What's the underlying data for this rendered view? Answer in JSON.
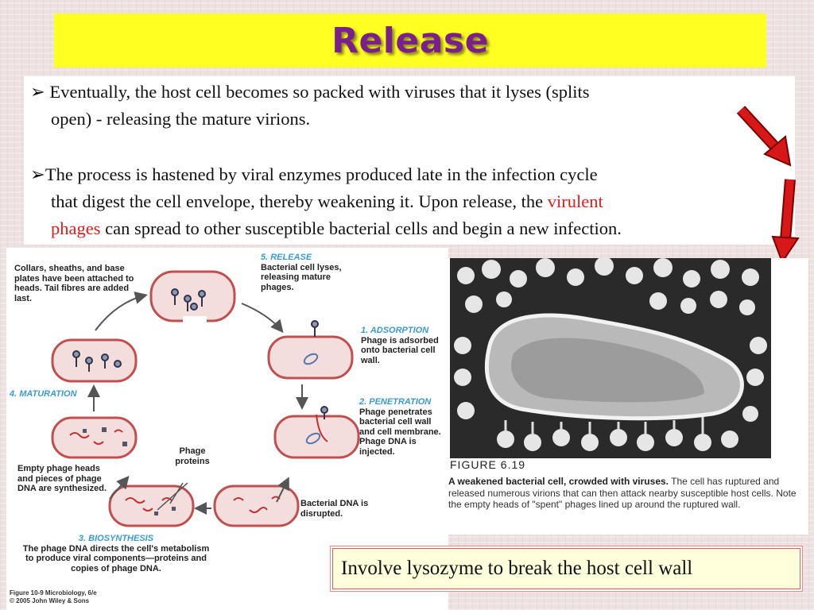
{
  "slide": {
    "title": "Release",
    "bullet1_marker": "➢",
    "bullet1_line1": "Eventually, the host cell becomes so packed with viruses that it lyses (splits",
    "bullet1_line2": "open) - releasing the mature virions.",
    "bullet2_marker": "➢",
    "bullet2_line1": "The process is hastened by viral enzymes produced late in the infection cycle",
    "bullet2_line2_pre": "that digest the cell envelope, thereby weakening it. Upon release, the ",
    "bullet2_line2_red": "virulent",
    "bullet2_line3_red": "phages",
    "bullet2_line3_post": " can spread to other susceptible bacterial cells and begin a new infection.",
    "callout": "Involve lysozyme to break the host cell wall"
  },
  "diagram": {
    "release_title": "5. RELEASE",
    "release_text": "Bacterial cell lyses, releasing mature phages.",
    "assembly_text": "Collars, sheaths, and base plates have been attached to heads. Tail fibres are added last.",
    "adsorption_title": "1. ADSORPTION",
    "adsorption_text": "Phage is adsorbed onto bacterial cell wall.",
    "maturation_title": "4. MATURATION",
    "penetration_title": "2. PENETRATION",
    "penetration_text": "Phage penetrates bacterial cell wall and cell membrane. Phage DNA is injected.",
    "empty_heads_text": "Empty phage heads and pieces of phage DNA are synthesized.",
    "phage_proteins": "Phage proteins",
    "disrupted_text": "Bacterial DNA is disrupted.",
    "biosynthesis_title": "3. BIOSYNTHESIS",
    "biosynthesis_text": "The phage DNA directs the cell's metabolism to produce viral components—proteins and copies of phage DNA.",
    "credit_line1": "Figure 10-9  Microbiology, 6/e",
    "credit_line2": "© 2005 John Wiley & Sons"
  },
  "photo": {
    "figure_label": "FIGURE 6.19",
    "caption_bold": "A weakened bacterial cell, crowded with viruses.",
    "caption_rest": " The cell has ruptured and released numerous virions that can then attack nearby susceptible host cells. Note the empty heads of \"spent\" phages lined up around the ruptured wall."
  },
  "colors": {
    "title_bar": "#ffff22",
    "title_text": "#7a1f8c",
    "highlight_red": "#e31b1b",
    "arrow_red": "#d81818",
    "step_blue": "#3a9bd0"
  }
}
